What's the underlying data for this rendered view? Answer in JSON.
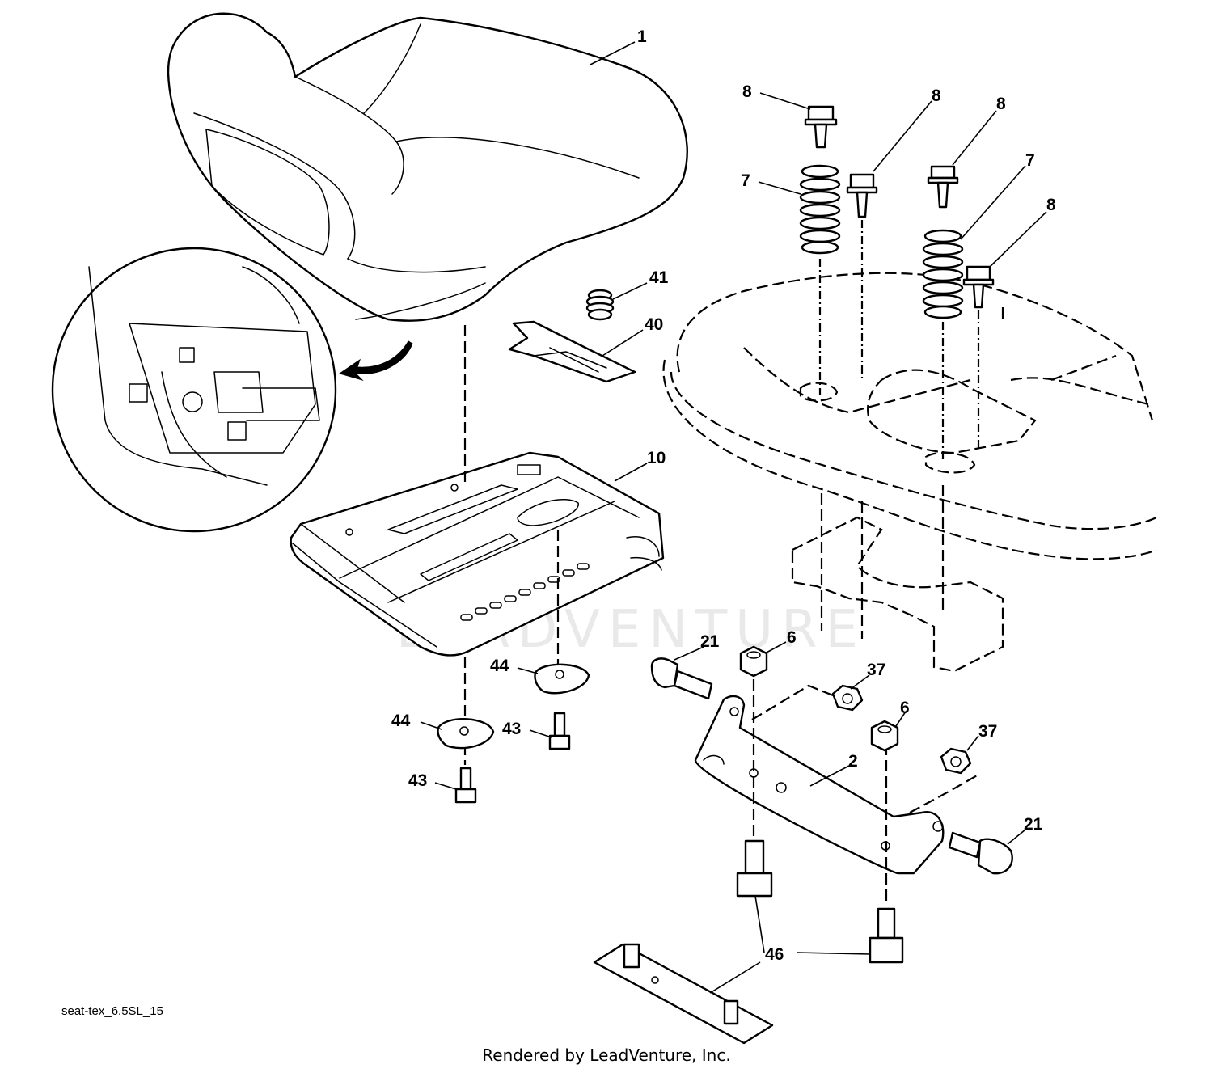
{
  "diagram": {
    "watermark": "LEADVENTURE",
    "drawing_code": "seat-tex_6.5SL_15",
    "credit": "Rendered by LeadVenture, Inc.",
    "callouts": {
      "c1": "1",
      "c8a": "8",
      "c8b": "8",
      "c8c": "8",
      "c8d": "8",
      "c7a": "7",
      "c7b": "7",
      "c41": "41",
      "c40": "40",
      "c10": "10",
      "c21a": "21",
      "c21b": "21",
      "c6a": "6",
      "c6b": "6",
      "c37a": "37",
      "c37b": "37",
      "c44a": "44",
      "c44b": "44",
      "c43a": "43",
      "c43b": "43",
      "c2": "2",
      "c46": "46"
    }
  }
}
